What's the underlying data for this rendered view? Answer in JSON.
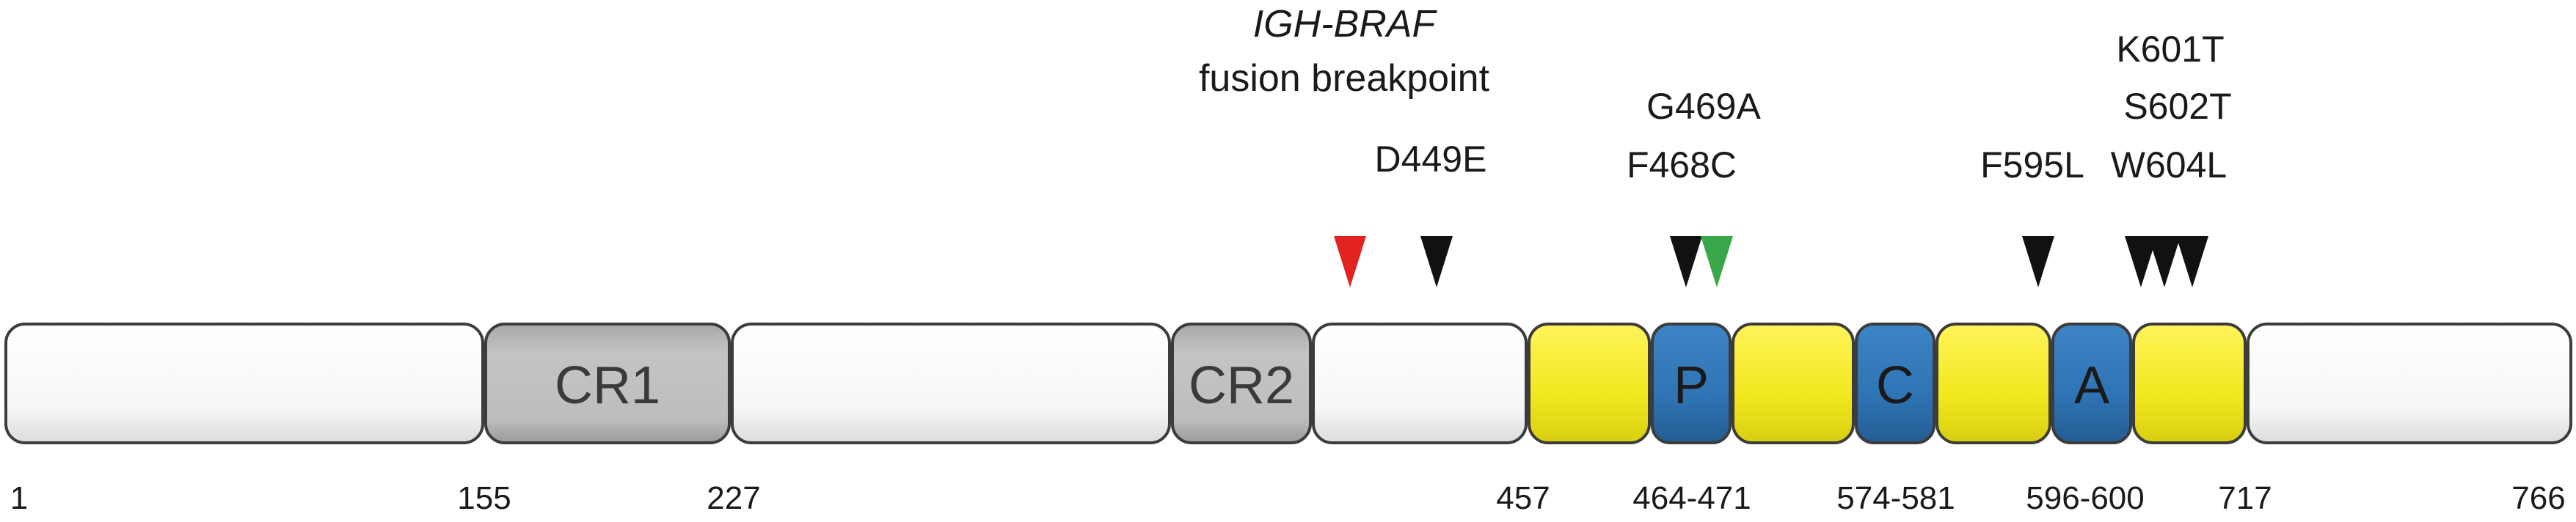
{
  "fusion": {
    "gene_pair": "IGH-BRAF",
    "label": "fusion breakpoint"
  },
  "mutations": {
    "d449e": "D449E",
    "g469a": "G469A",
    "f468c": "F468C",
    "f595l": "F595L",
    "k601t": "K601T",
    "s602t": "S602T",
    "w604l": "W604L"
  },
  "segments": {
    "cr1": "CR1",
    "cr2": "CR2",
    "p": "P",
    "c": "C",
    "a": "A"
  },
  "positions": {
    "p1": "1",
    "p155": "155",
    "p227": "227",
    "p457": "457",
    "p464_471": "464-471",
    "p574_581": "574-581",
    "p596_600": "596-600",
    "p717": "717",
    "p766": "766"
  },
  "colors": {
    "white_domain": "#ffffff",
    "cr_domain": "#b9b9b9",
    "kinase_yellow": "#f2e81e",
    "motif_blue": "#2f74b5",
    "fusion_marker": "#e32222",
    "mutation_marker": "#111111",
    "g469a_marker": "#3aa64a"
  }
}
